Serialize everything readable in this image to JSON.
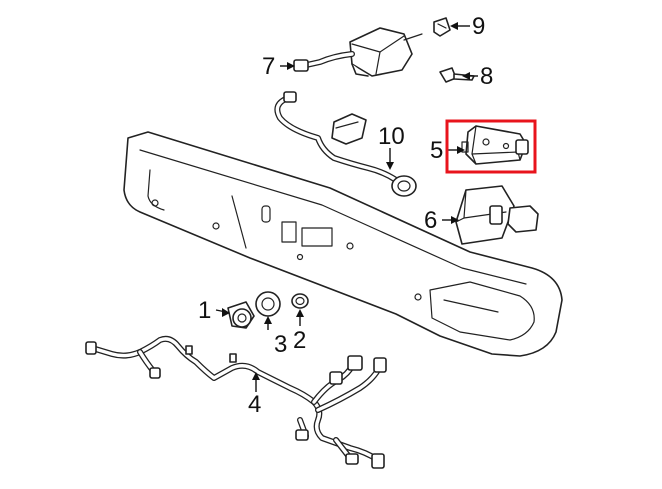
{
  "diagram": {
    "callouts": [
      "1",
      "2",
      "3",
      "4",
      "5",
      "6",
      "7",
      "8",
      "9",
      "10"
    ],
    "highlighted_callout": "5",
    "highlight_color": "#e8141c"
  }
}
